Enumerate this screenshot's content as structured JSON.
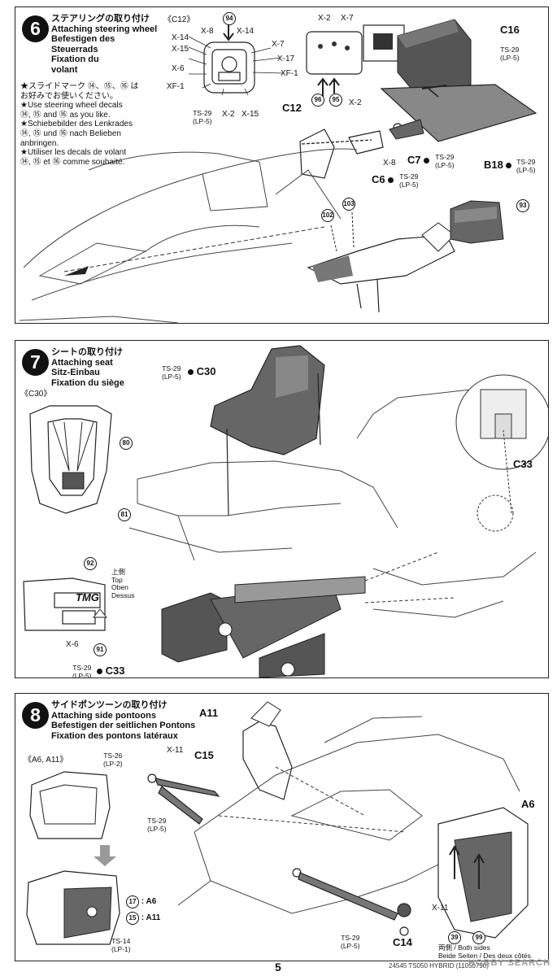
{
  "step6": {
    "number": "6",
    "title": [
      "ステアリングの取り付け",
      "Attaching steering wheel",
      "Befestigen des",
      "Steuerrads",
      "Fixation du",
      "volant"
    ],
    "notes": [
      "★スライドマーク ⑭、⑮、⑯ は",
      "お好みでお使いください。",
      "★Use steering wheel decals",
      "⑭, ⑮ and ⑯ as you like.",
      "★Schiebebilder des Lenkrades",
      "⑭, ⑮ und ⑯ nach Belieben anbringen.",
      "★Utiliser les decals de volant",
      "⑭, ⑮ et ⑯ comme souhaité."
    ],
    "detail_title": "《C12》",
    "wheel_labels": [
      "X-8",
      "X-14",
      "X-14",
      "X-7",
      "X-15",
      "X-17",
      "X-6",
      "XF-1",
      "XF-1",
      "X-2",
      "X-15",
      "TS-29",
      "(LP-5)"
    ],
    "decal_top": "94",
    "decals_bottom": [
      "96",
      "95"
    ],
    "top_labels": [
      "X-2",
      "X-7",
      "X-2"
    ],
    "parts": {
      "c16": "C16",
      "c16_paint": "TS-29",
      "c16_paint2": "(LP-5)",
      "c12": "C12",
      "c7": "C7",
      "c7_paint": "TS-29",
      "c7_paint2": "(LP-5)",
      "x8": "X-8",
      "c6": "C6",
      "c6_paint": "TS-29",
      "c6_paint2": "(LP-5)",
      "b18": "B18",
      "b18_paint": "TS-29",
      "b18_paint2": "(LP-5)"
    },
    "callouts": [
      "102",
      "103",
      "93"
    ]
  },
  "step7": {
    "number": "7",
    "title": [
      "シートの取り付け",
      "Attaching seat",
      "Sitz-Einbau",
      "Fixation du siège"
    ],
    "detail_title": "《C30》",
    "seat_paint": "TS-29",
    "seat_paint2": "(LP-5)",
    "seat_part": "C30",
    "seat_decals": [
      "80",
      "81"
    ],
    "upper_label": [
      "上側",
      "Top",
      "Oben",
      "Dessus"
    ],
    "logo": "TMG",
    "decals": [
      "92",
      "91"
    ],
    "x6": "X-6",
    "c33_paint": "TS-29",
    "c33_paint2": "(LP-5)",
    "c33": "C33",
    "c33_zoom": "C33"
  },
  "step8": {
    "number": "8",
    "title": [
      "サイドポンツーンの取り付け",
      "Attaching side pontoons",
      "Befestigen der seitlichen Pontons",
      "Fixation des pontons latéraux"
    ],
    "detail_title": "《A6, A11》",
    "ts26": "TS-26",
    "ts26b": "(LP-2)",
    "ts14": "TS-14",
    "ts14b": "(LP-1)",
    "legend": [
      {
        "num": "17",
        "part": ": A6"
      },
      {
        "num": "15",
        "part": ": A11"
      }
    ],
    "a11": "A11",
    "a6": "A6",
    "c15": "C15",
    "c14": "C14",
    "x11": "X-11",
    "x11b": "X-11",
    "c15_paint": "TS-29",
    "c15_paint2": "(LP-5)",
    "c14_paint": "TS-29",
    "c14_paint2": "(LP-5)",
    "decals": [
      "39",
      "99"
    ],
    "both_sides": [
      "両側 / Both sides",
      "Beide Seiten / Des deux côtés"
    ]
  },
  "page_number": "5",
  "footer_code": "24545 TS050 HYBRID (11050790)",
  "watermark": "HOBBY SEARCH"
}
